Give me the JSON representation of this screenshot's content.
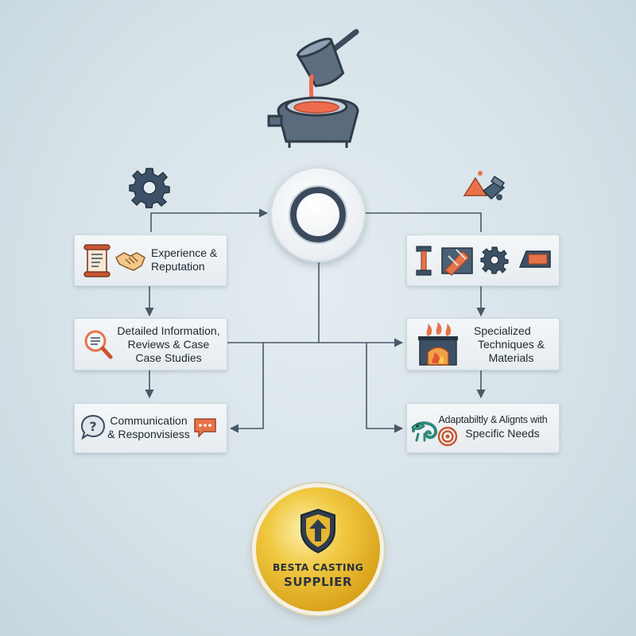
{
  "boxes": {
    "experience": [
      "Experience &",
      "Reputation"
    ],
    "detailed": [
      "Detailed Information,",
      "Reviews & Case",
      "Case Studies"
    ],
    "communication": [
      "Communication",
      "& Responvisiess"
    ],
    "specialized": [
      "Specialized",
      "Techniques &",
      "Materials"
    ],
    "adaptability": [
      "Adaptabiltly & Alignts with",
      "Specific Needs"
    ]
  },
  "badge": {
    "line1": "BESTA CASTING",
    "line2": "SUPPLIER"
  },
  "colors": {
    "connector": "#4a5866",
    "icon_dark": "#3d4b5c",
    "accent_orange": "#e8734a",
    "molten": "#ee6b4d",
    "gold": "#e3b12c"
  },
  "icons": [
    "ladle-icon",
    "mold-icon",
    "gear-icon",
    "hub-ring-icon",
    "tools-icon",
    "scroll-icon",
    "handshake-icon",
    "magnifier-icon",
    "question-bubble-icon",
    "chat-bubble-icon",
    "i-beam-icon",
    "cutter-icon",
    "plate-icon",
    "furnace-icon",
    "chameleon-icon",
    "target-icon",
    "shield-arrow-icon"
  ]
}
